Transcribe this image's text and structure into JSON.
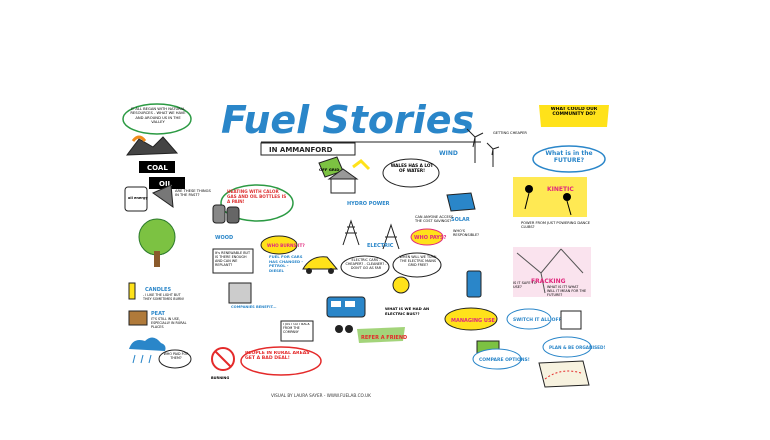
{
  "title": "Fuel Stories",
  "subtitle": "IN AMMANFORD",
  "colors": {
    "title_blue": "#2a86c9",
    "yellow": "#ffe21a",
    "green": "#7cc242",
    "pink": "#e0287d",
    "red": "#e42a2a"
  },
  "notes": {
    "natural_resources": "IT ALL BEGAN WITH NATURAL RESOURCES - WHAT WE HAVE AND AROUND US IN THE VALLEY",
    "community": "WHAT COULD OUR COMMUNITY DO?",
    "future": "What is in the FUTURE?",
    "coal": "COAL",
    "oil": "OIL",
    "oil_energy": "oil energy",
    "past": "ARE THESE THINGS IN THE PAST?",
    "heating": "HEATING WITH CALOR GAS AND OIL BOTTLES IS A PAIN!",
    "off_grid": "OFF GRID",
    "water": "WALES HAS A LOT OF WATER!",
    "hydro": "HYDRO POWER",
    "wind": "WIND",
    "getting_cheaper": "GETTING CHEAPER",
    "kinetic": "KINETIC",
    "solar": "SOLAR",
    "cost_savings": "CAN ANYONE ACCESS THE COST SAVINGS?",
    "whos_responsible": "WHO'S RESPONSIBLE?",
    "who_pays": "WHO PAYS?",
    "power_dance": "POWER FROM JUST POWERING DANCE CLUBS?",
    "wood": "WOOD",
    "wood_note": "It's RENEWABLE BUT IS THERE ENOUGH AND CAN WE REPLANT?",
    "burning": "WHO BURNS IT?",
    "electric": "ELECTRIC",
    "electric_cars": "ELECTRIC CARS - CHEAPER? - CLEANER? - DON'T GO AS FAR",
    "turning": "WHEN WILL WE TURN THE ELECTRIC MAINS GRID FREE?",
    "fracking": "FRACKING",
    "fracking_safe": "IS IT SAFE TO USE?",
    "fracking_note": "WHAT IS IT? WHAT WILL IT MEAN FOR THE FUTURE?",
    "candles": "CANDLES",
    "candles_note": "- I LIKE THE LIGHT BUT THEY SOMETIMES BURN!",
    "fuel_cars": "FUEL FOR CARS HAS CHANGED - PETROL - DIESEL",
    "companies": "COMPANIES BENEFIT...",
    "fuels": "I JUST GOT BACK FROM THE COMPANY",
    "peat": "PEAT",
    "peat_note": "IT'S STILL IN USE, ESPECIALLY IN RURAL PLACES",
    "electric_bus": "WHAT IS WE HAD AN ELECTRIC BUS??",
    "refer_friend": "REFER A FRIEND",
    "managing_use": "MANAGING USE",
    "switch_off": "SWITCH IT ALL OFF!",
    "compare": "COMPARE OPTIONS!",
    "plan": "PLAN & BE ORGANISED!",
    "rain": "WHO PAID FOR THEM?",
    "rural": "PEOPLE IN RURAL AREAS GET A BAD DEAL!",
    "burning_label": "BURNING",
    "credit": "VISUAL BY LAURA SAYER - WWW.FUELAB.CO.UK"
  }
}
